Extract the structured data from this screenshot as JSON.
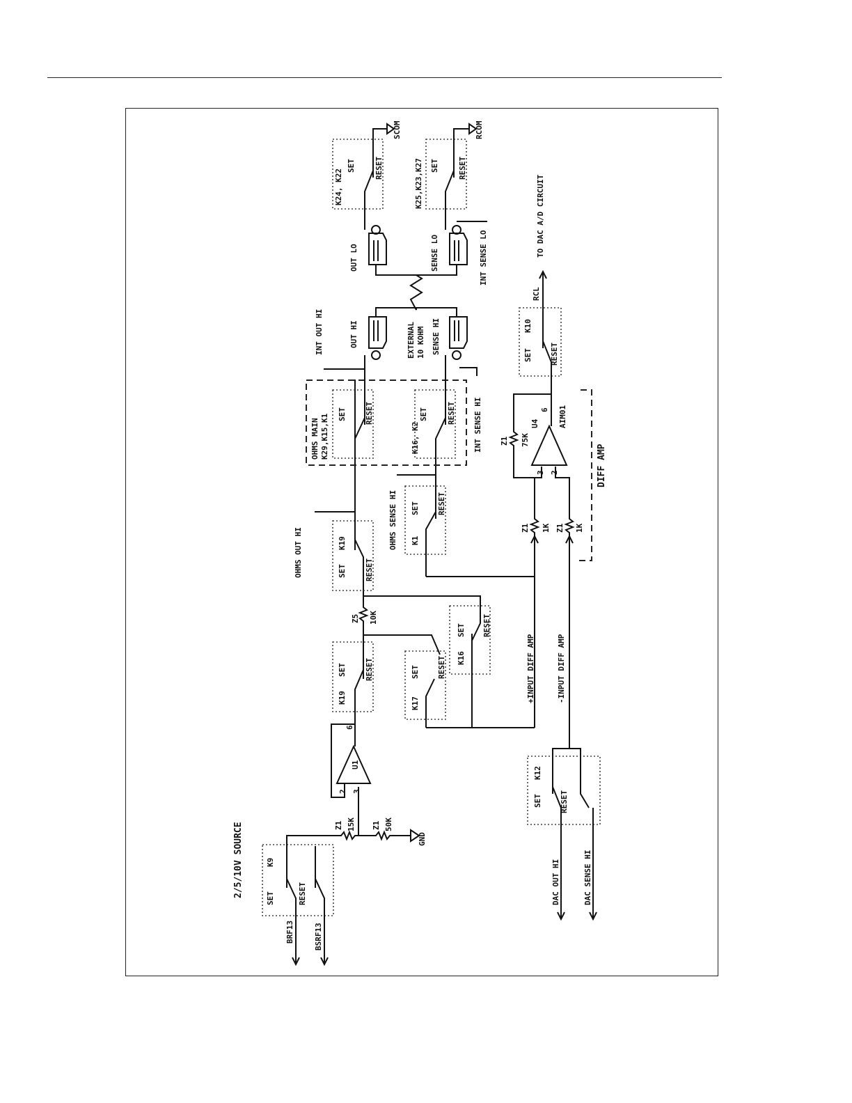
{
  "source": {
    "title": "2/5/10V SOURCE",
    "inputs": [
      "BRF13",
      "BSRF13"
    ]
  },
  "relays": {
    "k9": "K9",
    "k19a": "K19",
    "k19b": "K19",
    "k17": "K17",
    "k16a": "K16",
    "k1": "K1",
    "k1629": "K29,K15,K1",
    "k162": "K16, K2",
    "k10": "K10",
    "k12": "K12",
    "k2422": "K24, K22",
    "k252327": "K25,K23,K27",
    "set": "SET",
    "reset": "RESET"
  },
  "resistors": {
    "r15k": [
      "Z1",
      "15K"
    ],
    "r50k": [
      "Z1",
      "50K"
    ],
    "r10k": [
      "Z5",
      "10K"
    ],
    "r1ka": [
      "Z1",
      "1K"
    ],
    "r1kb": [
      "Z1",
      "1K"
    ],
    "r75k": [
      "Z1",
      "75K"
    ]
  },
  "amps": {
    "u1": {
      "name": "U1",
      "pins": [
        "2",
        "3",
        "6"
      ]
    },
    "u4": {
      "name": "U4",
      "part": "AIM01",
      "pins": [
        "3",
        "2",
        "6"
      ]
    }
  },
  "labels": {
    "gnd": "GND",
    "ohms_main": "OHMS MAIN",
    "ohms_out_hi": "OHMS OUT HI",
    "ohms_sense_hi": "OHMS SENSE HI",
    "int_out_hi": "INT OUT HI",
    "int_sense_hi": "INT SENSE HI",
    "out_hi": "OUT HI",
    "sense_hi": "SENSE HI",
    "external": "EXTERNAL",
    "ext_value": "10 KOHM",
    "out_lo": "OUT LO",
    "sense_lo": "SENSE LO",
    "int_sense_lo": "INT SENSE LO",
    "scom": "SCOM",
    "rcom": "RCOM",
    "rcl": "RCL",
    "to_dac": "TO DAC A/D CIRCUIT",
    "diff_amp": "DIFF AMP",
    "plus_input": "+INPUT DIFF AMP",
    "minus_input": "-INPUT DIFF AMP",
    "dac_out_hi": "DAC OUT HI",
    "dac_sense_hi": "DAC SENSE HI"
  }
}
